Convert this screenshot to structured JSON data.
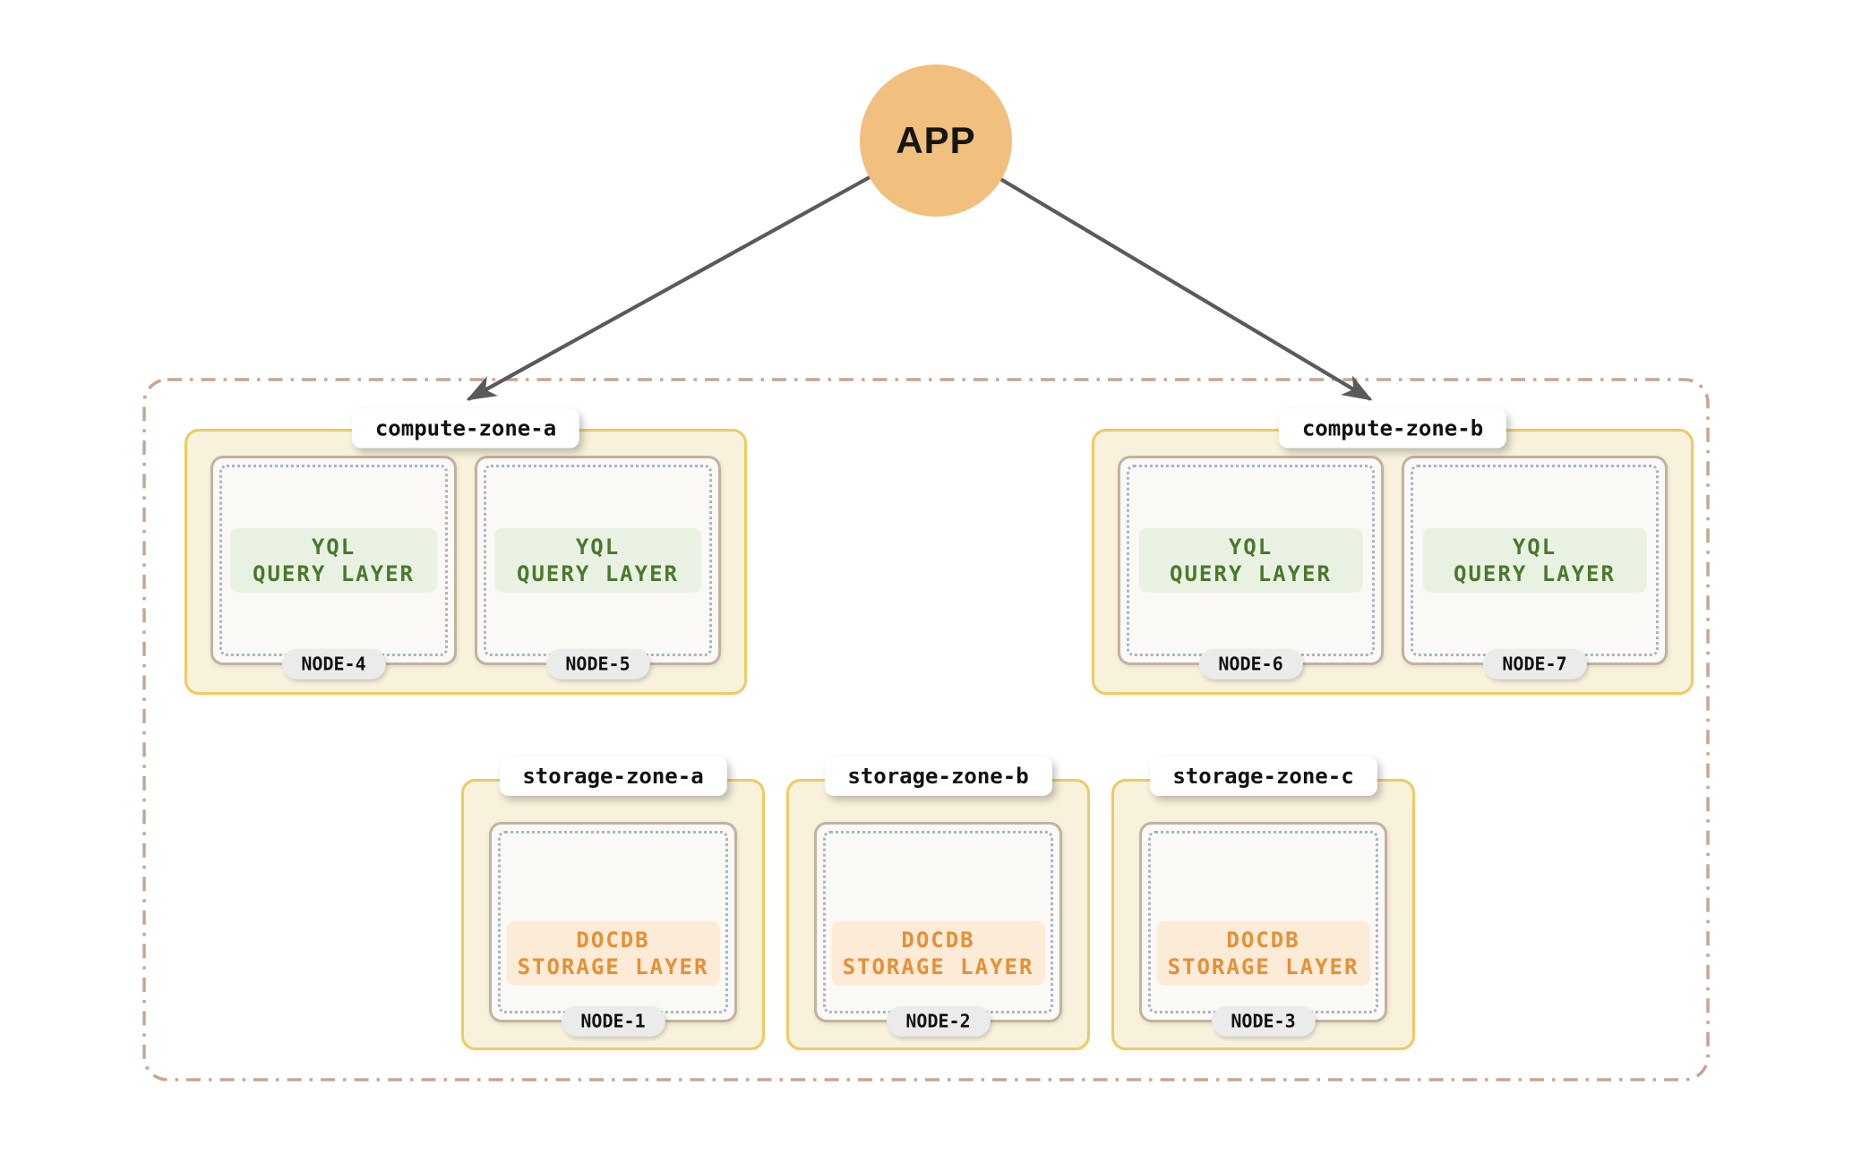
{
  "app": {
    "label": "APP"
  },
  "compute_zones": [
    {
      "label": "compute-zone-a",
      "nodes": [
        {
          "id": "NODE-4",
          "layer": [
            "YQL",
            "QUERY LAYER"
          ]
        },
        {
          "id": "NODE-5",
          "layer": [
            "YQL",
            "QUERY LAYER"
          ]
        }
      ]
    },
    {
      "label": "compute-zone-b",
      "nodes": [
        {
          "id": "NODE-6",
          "layer": [
            "YQL",
            "QUERY LAYER"
          ]
        },
        {
          "id": "NODE-7",
          "layer": [
            "YQL",
            "QUERY LAYER"
          ]
        }
      ]
    }
  ],
  "storage_zones": [
    {
      "label": "storage-zone-a",
      "nodes": [
        {
          "id": "NODE-1",
          "layer": [
            "DOCDB",
            "STORAGE LAYER"
          ]
        }
      ]
    },
    {
      "label": "storage-zone-b",
      "nodes": [
        {
          "id": "NODE-2",
          "layer": [
            "DOCDB",
            "STORAGE LAYER"
          ]
        }
      ]
    },
    {
      "label": "storage-zone-c",
      "nodes": [
        {
          "id": "NODE-3",
          "layer": [
            "DOCDB",
            "STORAGE LAYER"
          ]
        }
      ]
    }
  ],
  "colors": {
    "app_circle": "#f1c07e",
    "zone_border": "#edcb62",
    "zone_background": "#f8f2dc",
    "node_border": "#c2b1a1",
    "node_dotted": "#a8b4c6",
    "query_layer_text": "#4a782e",
    "query_layer_background": "#e9f2e2",
    "storage_layer_text": "#e88f33",
    "storage_layer_background": "#fcebd7",
    "node_id_background": "#ebebeb",
    "arrow": "#5a5a5a",
    "boundary_dash": "#c6a693"
  }
}
